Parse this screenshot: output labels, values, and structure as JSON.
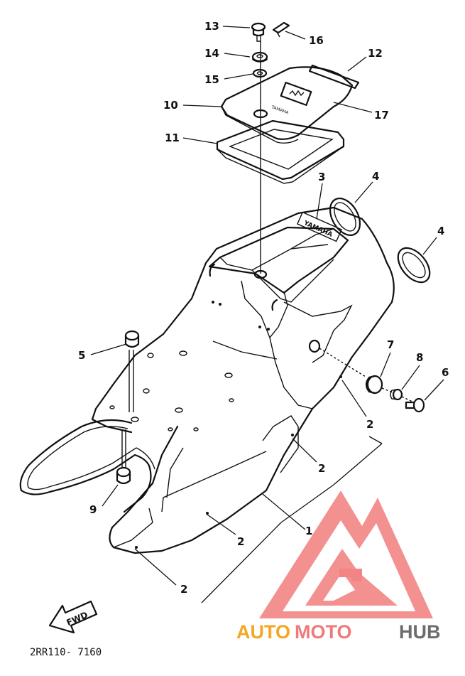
{
  "diagram": {
    "drawing_code": "2RR110- 7160",
    "direction_label": "FWD",
    "callouts": [
      {
        "id": "13",
        "label": "13"
      },
      {
        "id": "16",
        "label": "16"
      },
      {
        "id": "14",
        "label": "14"
      },
      {
        "id": "12",
        "label": "12"
      },
      {
        "id": "15",
        "label": "15"
      },
      {
        "id": "10",
        "label": "10"
      },
      {
        "id": "17",
        "label": "17"
      },
      {
        "id": "11",
        "label": "11"
      },
      {
        "id": "3",
        "label": "3"
      },
      {
        "id": "4a",
        "label": "4"
      },
      {
        "id": "4b",
        "label": "4"
      },
      {
        "id": "5",
        "label": "5"
      },
      {
        "id": "7",
        "label": "7"
      },
      {
        "id": "8",
        "label": "8"
      },
      {
        "id": "6",
        "label": "6"
      },
      {
        "id": "2a",
        "label": "2"
      },
      {
        "id": "2b",
        "label": "2"
      },
      {
        "id": "2c",
        "label": "2"
      },
      {
        "id": "2d",
        "label": "2"
      },
      {
        "id": "1",
        "label": "1"
      },
      {
        "id": "9",
        "label": "9"
      }
    ]
  },
  "watermark": {
    "brand_part1": "AUTO",
    "brand_part2": "MOTO",
    "brand_part3": "HUB",
    "colors": {
      "auto": "#f5a623",
      "moto": "#f07a7a",
      "hub": "#6d6d6d",
      "logo": "#f27e7e"
    }
  }
}
